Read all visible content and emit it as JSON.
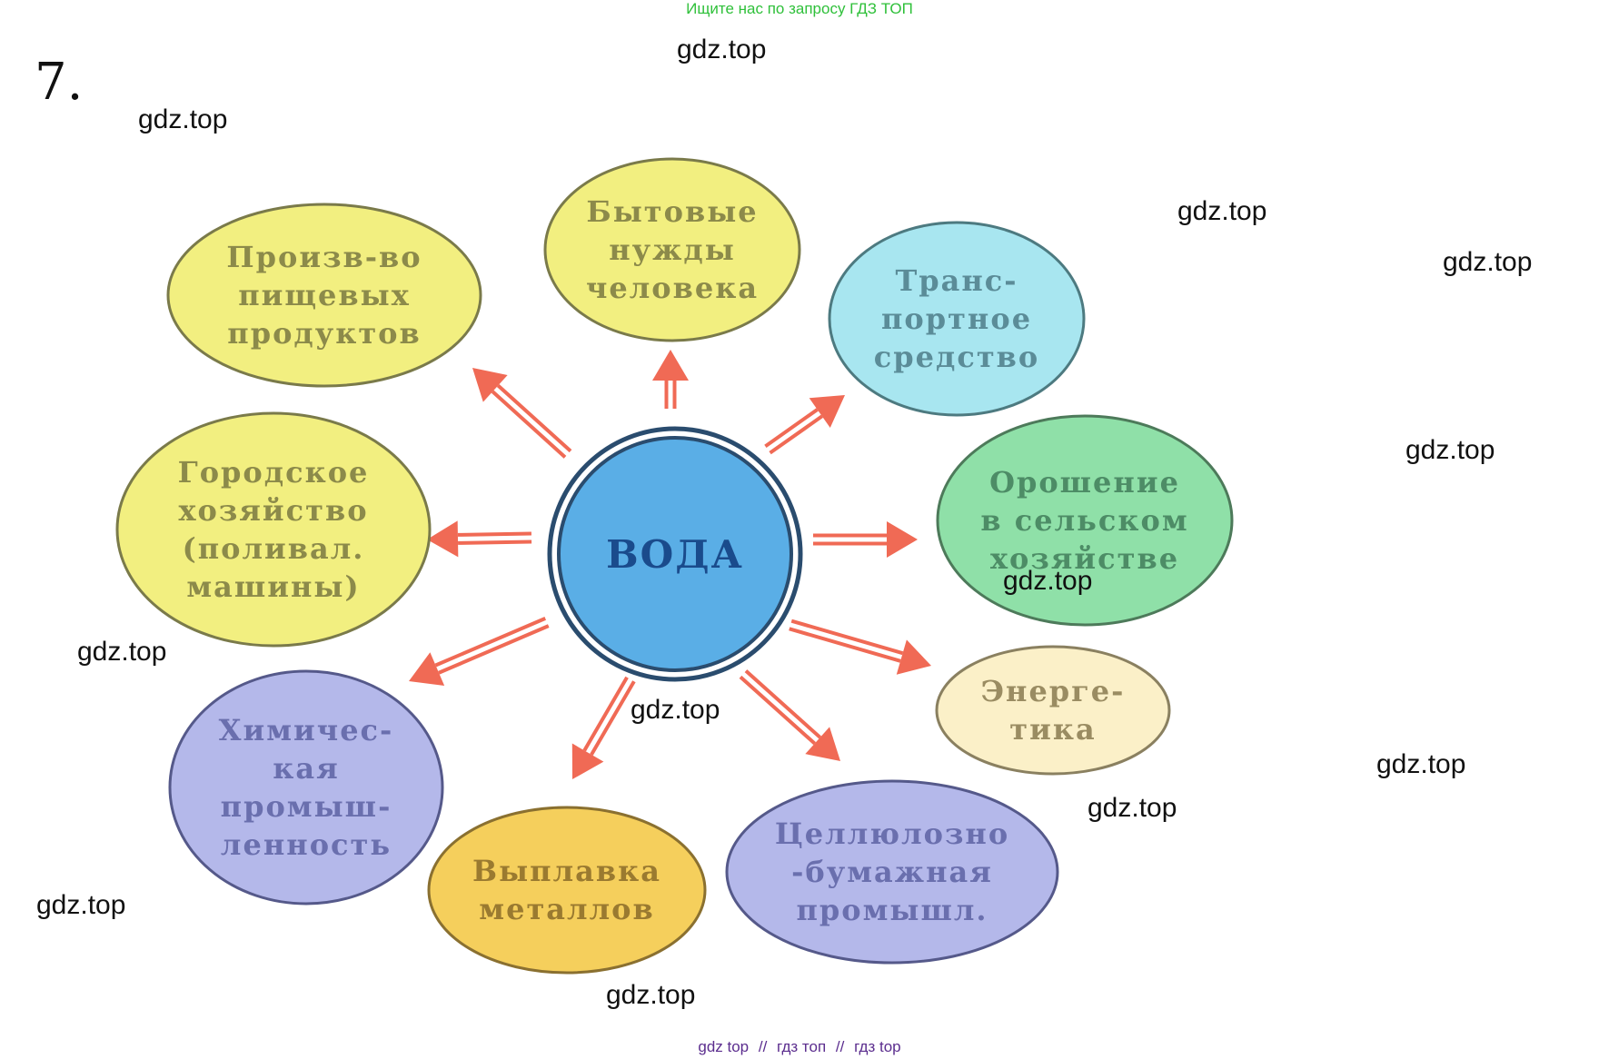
{
  "banner": "Ищите нас по запросу ГДЗ ТОП",
  "task_number": "7.",
  "center": {
    "label": "ВОДА",
    "fill": "#5aaee6",
    "text_color": "#1a4b8c"
  },
  "nodes": [
    {
      "id": "bytovye",
      "lines": [
        "Бытовые",
        "нужды",
        "человека"
      ],
      "fill": "#f2ef80",
      "text": "#8c8a4a"
    },
    {
      "id": "pishchevye",
      "lines": [
        "Произв-во",
        "пищевых",
        "продуктов"
      ],
      "fill": "#f2ef80",
      "text": "#8c8a4a"
    },
    {
      "id": "transport",
      "lines": [
        "Транс-",
        "портное",
        "средство"
      ],
      "fill": "#a8e6f0",
      "text": "#5b8c98"
    },
    {
      "id": "gorodskoe",
      "lines": [
        "Городское",
        "хозяйство",
        "(поливал.",
        "машины)"
      ],
      "fill": "#f2ef80",
      "text": "#8c8a4a"
    },
    {
      "id": "oroshenie",
      "lines": [
        "Орошение",
        "в сельском",
        "хозяйстве"
      ],
      "fill": "#8fe0a8",
      "text": "#4d8c66"
    },
    {
      "id": "himicheskaya",
      "lines": [
        "Химичес-",
        "кая",
        "промыш-",
        "ленность"
      ],
      "fill": "#b4b8ea",
      "text": "#6a6fae"
    },
    {
      "id": "energetika",
      "lines": [
        "Энерге-",
        "тика"
      ],
      "fill": "#fbf0c8",
      "text": "#9a8c62"
    },
    {
      "id": "vyplavka",
      "lines": [
        "Выплавка",
        "металлов"
      ],
      "fill": "#f5cf5c",
      "text": "#9a7a30"
    },
    {
      "id": "cellyuloza",
      "lines": [
        "Целлюлозно",
        "-бумажная",
        "промышл."
      ],
      "fill": "#b4b8ea",
      "text": "#6a6fae"
    }
  ],
  "arrow_color": "#f06a55",
  "watermarks": [
    "gdz.top",
    "gdz.top",
    "gdz.top",
    "gdz.top",
    "gdz.top",
    "gdz.top",
    "gdz.top",
    "gdz.top",
    "gdz.top",
    "gdz.top",
    "gdz.top",
    "gdz.top"
  ],
  "footer_links": [
    "gdz top",
    "гдз топ",
    "гдз top"
  ],
  "footer_separator": "//"
}
